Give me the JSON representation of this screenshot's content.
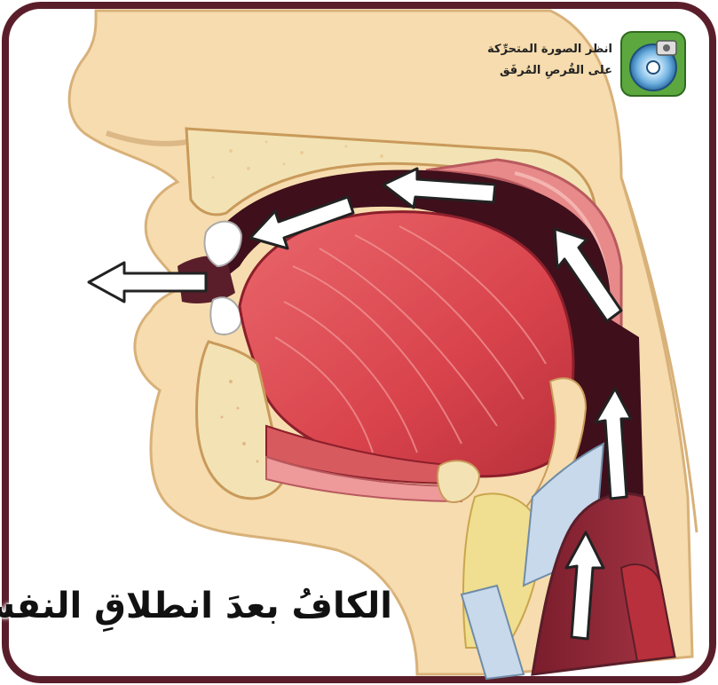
{
  "badge": {
    "line1": "انظر الصورة المتحرِّكة",
    "line2": "على القُرصِ المُرفَق",
    "icon": "cd-disc-icon"
  },
  "caption": "الكافُ بعدَ انطلاقِ النفس",
  "colors": {
    "frame": "#5a1e2a",
    "skin": "#f6dcae",
    "skin_outline": "#d8b179",
    "bone": "#f3e3b4",
    "tongue": "#de4b52",
    "airway_dark": "#3f0f1b",
    "pharynx": "#8c2434",
    "arrow_fill": "#ffffff",
    "badge_green": "#5da83e"
  }
}
